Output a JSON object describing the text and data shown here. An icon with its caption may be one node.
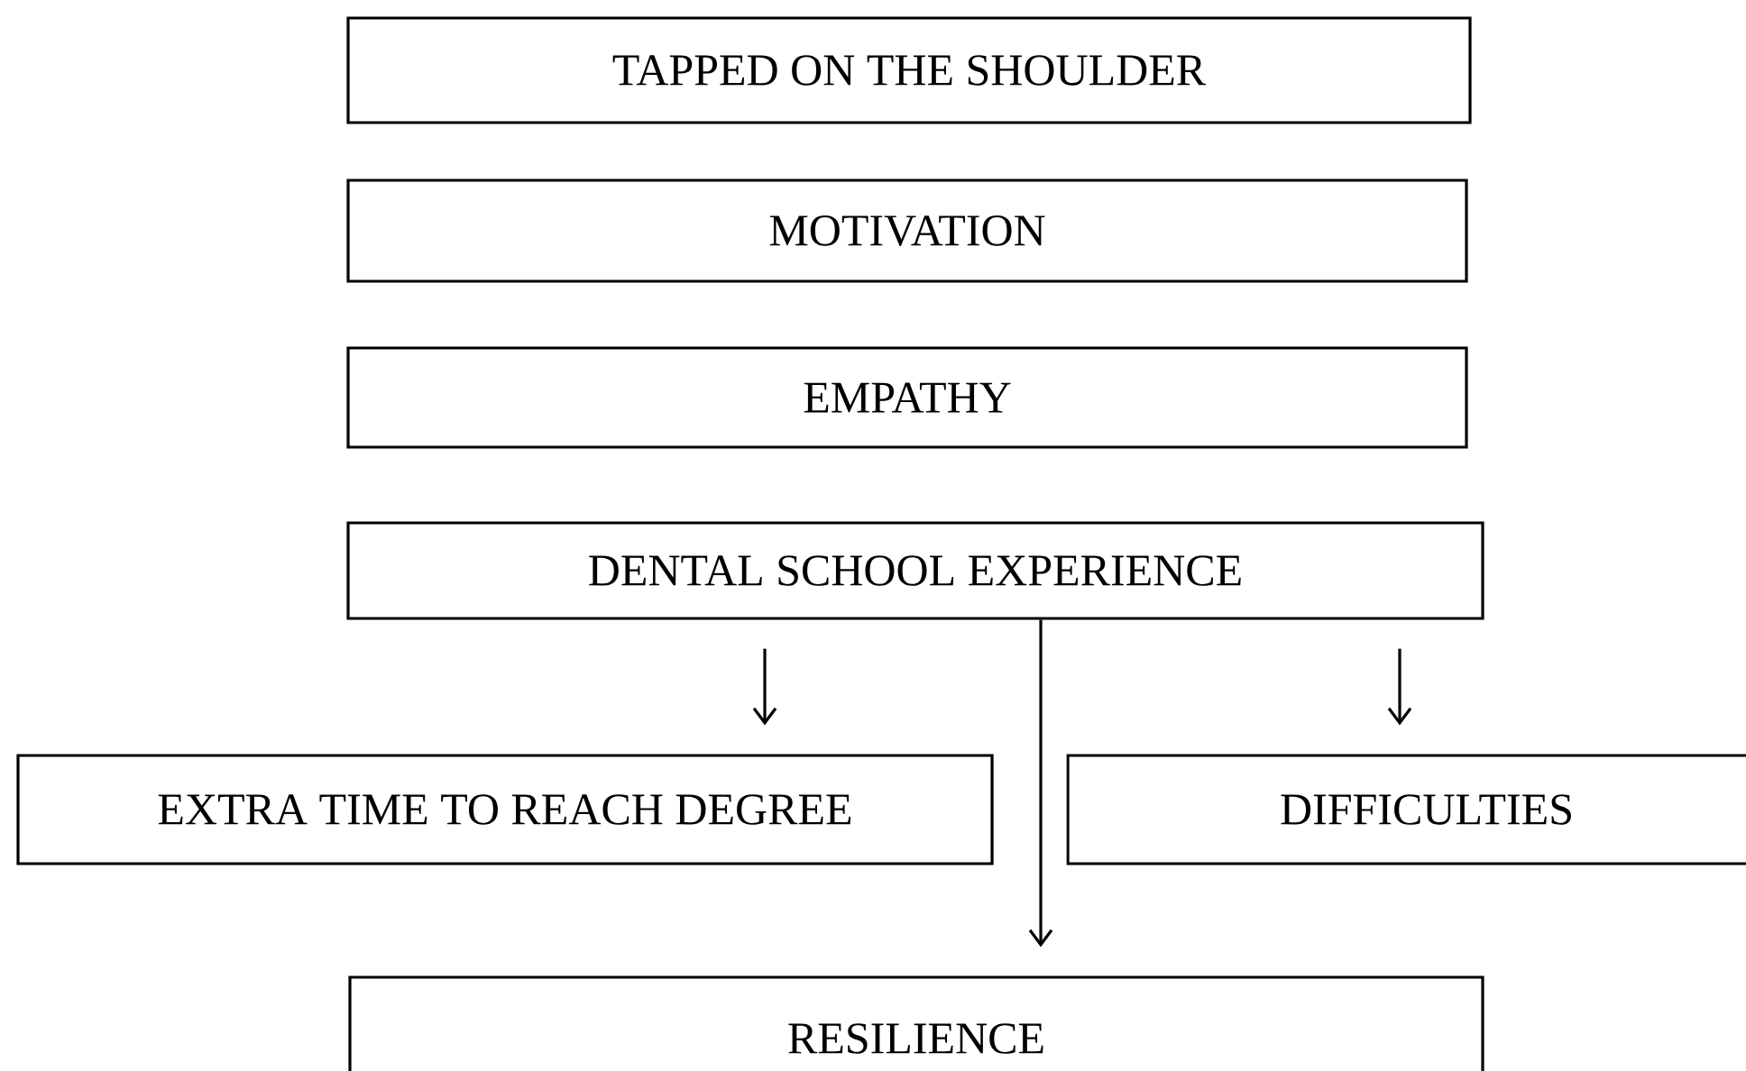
{
  "diagram": {
    "nodes": [
      {
        "text": [
          "TAPPED ON THE SHOULDER"
        ]
      },
      {
        "text": [
          "MOTIVATION"
        ]
      },
      {
        "text": [
          "EMPATHY"
        ]
      },
      {
        "text": [
          "DENTAL SCHOOL EXPERIENCE"
        ]
      },
      {
        "text": [
          "EXTRA TIME TO REACH DEGREE"
        ]
      },
      {
        "text": [
          "DIFFICULTIES"
        ]
      },
      {
        "text": [
          "RESILIENCE"
        ]
      }
    ],
    "edges": [
      {
        "from": 3,
        "to": 4,
        "arrow": "to"
      },
      {
        "from": 3,
        "to": 6,
        "arrow": "to"
      },
      {
        "from": 3,
        "to": 5,
        "arrow": "to"
      }
    ]
  }
}
